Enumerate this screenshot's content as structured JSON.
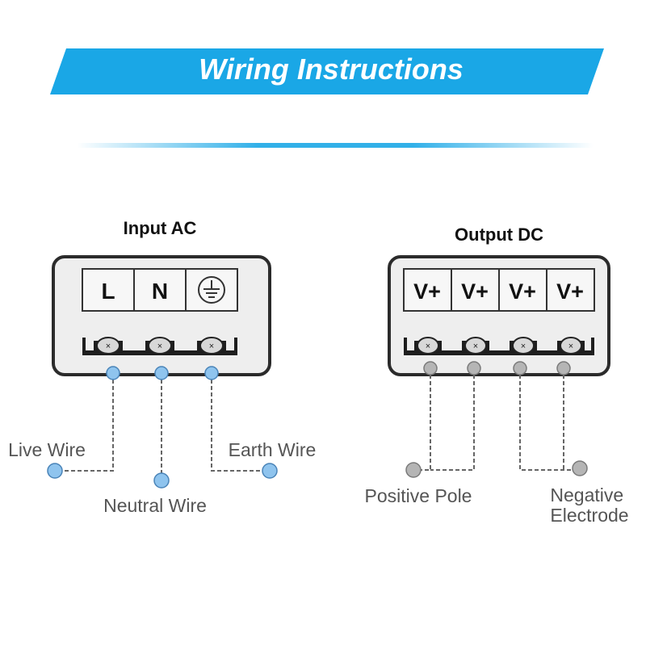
{
  "banner": {
    "title": "Wiring Instructions",
    "color": "#1aa7e6"
  },
  "input": {
    "heading": "Input AC",
    "terminals": [
      {
        "label": "L"
      },
      {
        "label": "N"
      },
      {
        "label": "",
        "icon": "ground-icon"
      }
    ],
    "wires": [
      "Live Wire",
      "Neutral Wire",
      "Earth Wire"
    ],
    "dot_color": "#8fc4ee"
  },
  "output": {
    "heading": "Output DC",
    "terminals": [
      {
        "label": "V+"
      },
      {
        "label": "V+"
      },
      {
        "label": "V+"
      },
      {
        "label": "V+"
      }
    ],
    "wires": [
      "Positive Pole",
      "Negative Electrode"
    ],
    "dot_color": "#b5b5b5"
  },
  "colors": {
    "panel_stroke": "#2b2b2b",
    "panel_fill": "#eeeeee",
    "label_text": "#555555"
  }
}
